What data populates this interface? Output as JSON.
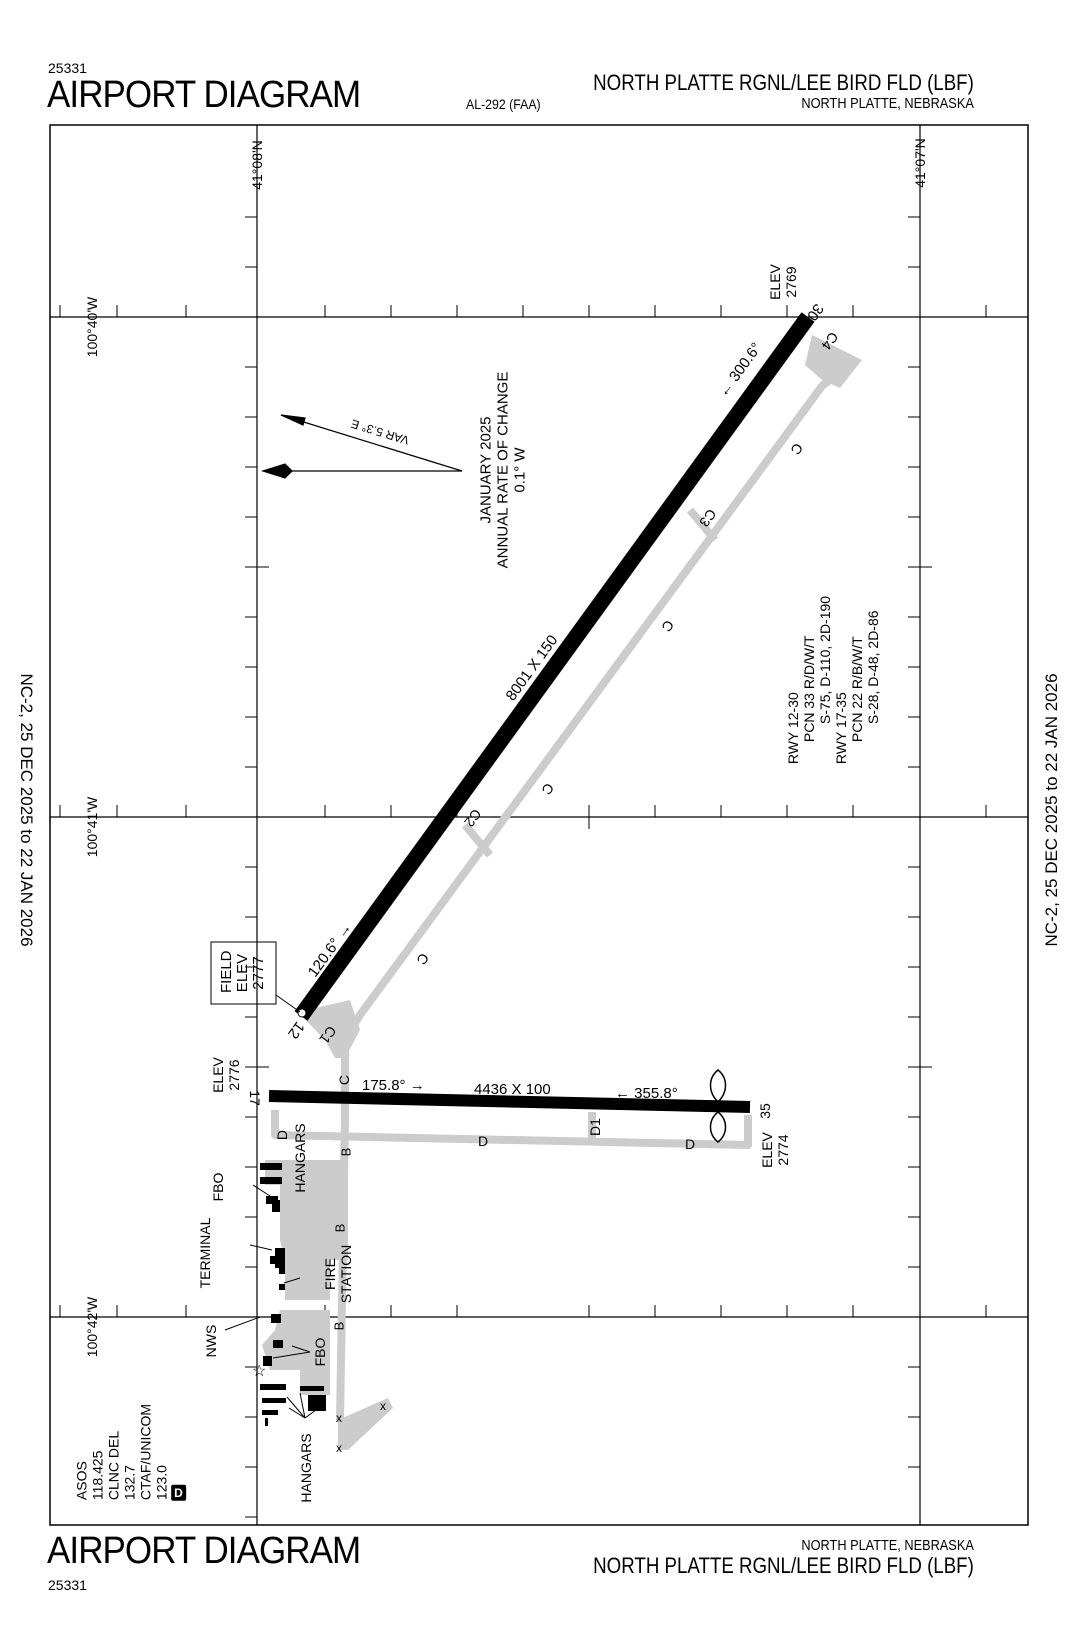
{
  "header": {
    "chart_number": "25331",
    "title": "AIRPORT DIAGRAM",
    "procedure_id": "AL-292 (FAA)",
    "airport_name": "NORTH PLATTE RGNL/LEE BIRD FLD (LBF)",
    "location": "NORTH PLATTE, NEBRASKA"
  },
  "footer": {
    "chart_number": "25331",
    "title": "AIRPORT DIAGRAM",
    "airport_name": "NORTH PLATTE RGNL/LEE BIRD FLD (LBF)",
    "location": "NORTH PLATTE, NEBRASKA"
  },
  "side_dates": {
    "left": "NC-2,  25 DEC 2025  to  22 JAN 2026",
    "right": "NC-2,  25 DEC 2025  to  22 JAN 2026"
  },
  "grid": {
    "latitudes": [
      "41°08'N",
      "41°07'N"
    ],
    "longitudes": [
      "100°40'W",
      "100°41'W",
      "100°42'W"
    ]
  },
  "magnetic_variation": {
    "var_label": "VAR 5.3° E",
    "epoch": "JANUARY 2025",
    "rate_label": "ANNUAL RATE OF CHANGE",
    "rate_value": "0.1° W"
  },
  "runways": [
    {
      "id": "12-30",
      "dimensions": "8001 X 150",
      "ends": [
        {
          "number": "12",
          "heading": "120.6°",
          "elev_label": "FIELD ELEV",
          "elev": "2777"
        },
        {
          "number": "30",
          "heading": "300.6°",
          "elev_label": "ELEV",
          "elev": "2769"
        }
      ]
    },
    {
      "id": "17-35",
      "dimensions": "4436 X 100",
      "ends": [
        {
          "number": "17",
          "heading": "175.8°",
          "elev_label": "ELEV",
          "elev": "2776"
        },
        {
          "number": "35",
          "heading": "355.8°",
          "elev_label": "ELEV",
          "elev": "2774"
        }
      ]
    }
  ],
  "pcn_notes": [
    {
      "runway": "RWY 12-30",
      "pcn": "PCN 33 R/D/W/T",
      "weights": "S-75, D-110, 2D-190"
    },
    {
      "runway": "RWY 17-35",
      "pcn": "PCN 22 R/B/W/T",
      "weights": "S-28, D-48, 2D-86"
    }
  ],
  "taxiways": [
    "C",
    "C1",
    "C2",
    "C3",
    "C4",
    "D",
    "D1",
    "B"
  ],
  "facilities": [
    "FBO",
    "HANGARS",
    "TERMINAL",
    "FIRE STATION",
    "NWS",
    "FBO",
    "HANGARS"
  ],
  "frequencies": [
    {
      "label": "ASOS",
      "value": "118.425"
    },
    {
      "label": "CLNC DEL",
      "value": "132.7"
    },
    {
      "label": "CTAF/UNICOM",
      "value": "123.0"
    }
  ],
  "d_badge": "D",
  "colors": {
    "runway": "#000000",
    "taxiway": "#cccccc",
    "frame": "#000000",
    "background": "#ffffff"
  }
}
